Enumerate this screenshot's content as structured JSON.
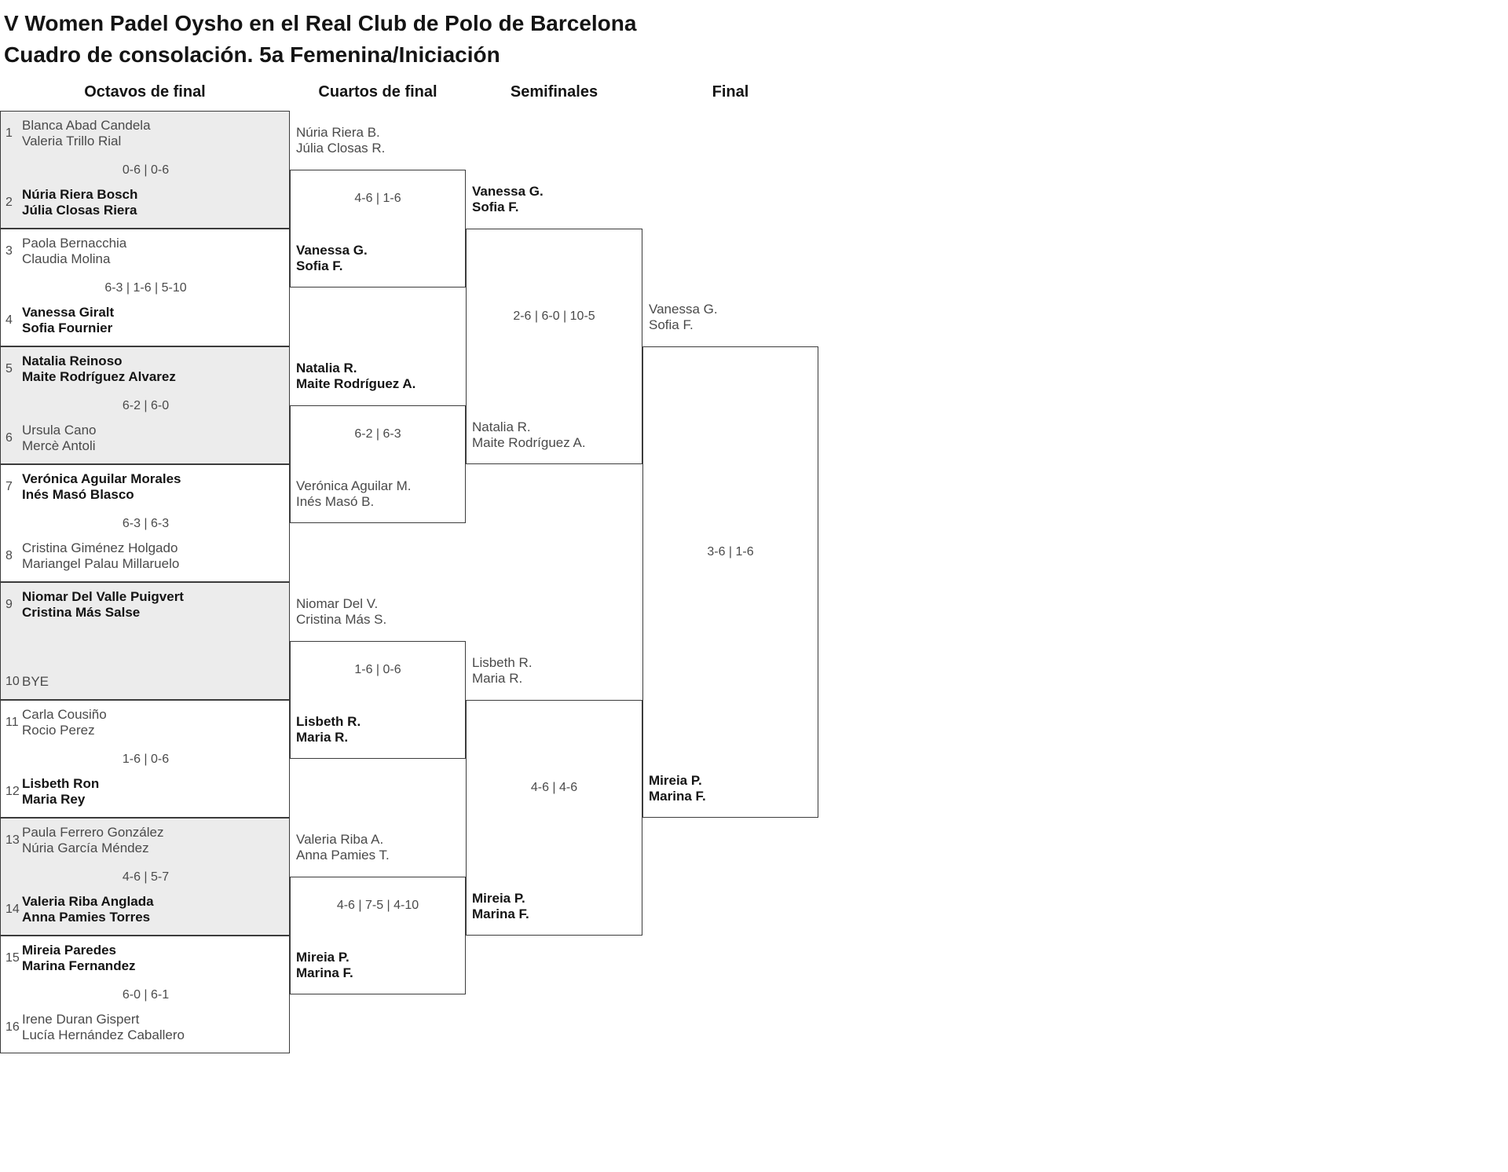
{
  "title": {
    "line1": "V Women Padel Oysho en el Real Club de Polo de Barcelona",
    "line2": "Cuadro de consolación. 5a Femenina/Iniciación"
  },
  "headers": [
    "Octavos de final",
    "Cuartos de final",
    "Semifinales",
    "Final"
  ],
  "colors": {
    "shaded_box": "#ececec",
    "border": "#3c3c3c",
    "text": "#4a4a4a",
    "winner_text": "#141414"
  },
  "round1": [
    {
      "score": "0-6 | 0-6",
      "top": {
        "seed": "1",
        "names": [
          "Blanca Abad Candela",
          "Valeria Trillo Rial"
        ],
        "winner": false
      },
      "bottom": {
        "seed": "2",
        "names": [
          "Núria Riera Bosch",
          "Júlia Closas Riera"
        ],
        "winner": true
      }
    },
    {
      "score": "6-3 | 1-6 | 5-10",
      "top": {
        "seed": "3",
        "names": [
          "Paola Bernacchia",
          "Claudia Molina"
        ],
        "winner": false
      },
      "bottom": {
        "seed": "4",
        "names": [
          "Vanessa Giralt",
          "Sofia Fournier"
        ],
        "winner": true
      }
    },
    {
      "score": "6-2 | 6-0",
      "top": {
        "seed": "5",
        "names": [
          "Natalia Reinoso",
          "Maite Rodríguez Alvarez"
        ],
        "winner": true
      },
      "bottom": {
        "seed": "6",
        "names": [
          "Ursula Cano",
          "Mercè Antoli"
        ],
        "winner": false
      }
    },
    {
      "score": "6-3 | 6-3",
      "top": {
        "seed": "7",
        "names": [
          "Verónica Aguilar Morales",
          "Inés Masó Blasco"
        ],
        "winner": true
      },
      "bottom": {
        "seed": "8",
        "names": [
          "Cristina Giménez Holgado",
          "Mariangel Palau Millaruelo"
        ],
        "winner": false
      }
    },
    {
      "score": "",
      "top": {
        "seed": "9",
        "names": [
          "Niomar Del Valle Puigvert",
          "Cristina Más Salse"
        ],
        "winner": true
      },
      "bottom": {
        "seed": "10",
        "names": [
          "BYE"
        ],
        "winner": false
      }
    },
    {
      "score": "1-6 | 0-6",
      "top": {
        "seed": "11",
        "names": [
          "Carla Cousiño",
          "Rocio Perez"
        ],
        "winner": false
      },
      "bottom": {
        "seed": "12",
        "names": [
          "Lisbeth Ron",
          "Maria Rey"
        ],
        "winner": true
      }
    },
    {
      "score": "4-6 | 5-7",
      "top": {
        "seed": "13",
        "names": [
          "Paula Ferrero González",
          "Núria García Méndez"
        ],
        "winner": false
      },
      "bottom": {
        "seed": "14",
        "names": [
          "Valeria Riba Anglada",
          "Anna Pamies Torres"
        ],
        "winner": true
      }
    },
    {
      "score": "6-0 | 6-1",
      "top": {
        "seed": "15",
        "names": [
          "Mireia Paredes",
          "Marina Fernandez"
        ],
        "winner": true
      },
      "bottom": {
        "seed": "16",
        "names": [
          "Irene Duran Gispert",
          "Lucía Hernández Caballero"
        ],
        "winner": false
      }
    }
  ],
  "quarterfinals": [
    {
      "score": "4-6 | 1-6",
      "top": {
        "names": [
          "Núria Riera B.",
          "Júlia Closas R."
        ],
        "winner": false
      },
      "bottom": {
        "names": [
          "Vanessa G.",
          "Sofia F."
        ],
        "winner": true
      }
    },
    {
      "score": "6-2 | 6-3",
      "top": {
        "names": [
          "Natalia R.",
          "Maite Rodríguez A."
        ],
        "winner": true
      },
      "bottom": {
        "names": [
          "Verónica Aguilar M.",
          "Inés Masó B."
        ],
        "winner": false
      }
    },
    {
      "score": "1-6 | 0-6",
      "top": {
        "names": [
          "Niomar Del V.",
          "Cristina Más S."
        ],
        "winner": false
      },
      "bottom": {
        "names": [
          "Lisbeth R.",
          "Maria R."
        ],
        "winner": true
      }
    },
    {
      "score": "4-6 | 7-5 | 4-10",
      "top": {
        "names": [
          "Valeria Riba A.",
          "Anna Pamies T."
        ],
        "winner": false
      },
      "bottom": {
        "names": [
          "Mireia P.",
          "Marina F."
        ],
        "winner": true
      }
    }
  ],
  "semifinals": [
    {
      "score": "2-6 | 6-0 | 10-5",
      "top": {
        "names": [
          "Vanessa G.",
          "Sofia F."
        ],
        "winner": true
      },
      "bottom": {
        "names": [
          "Natalia R.",
          "Maite Rodríguez A."
        ],
        "winner": false
      }
    },
    {
      "score": "4-6 | 4-6",
      "top": {
        "names": [
          "Lisbeth R.",
          "Maria R."
        ],
        "winner": false
      },
      "bottom": {
        "names": [
          "Mireia P.",
          "Marina F."
        ],
        "winner": true
      }
    }
  ],
  "final": [
    {
      "score": "3-6 | 1-6",
      "top": {
        "names": [
          "Vanessa G.",
          "Sofia F."
        ],
        "winner": false
      },
      "bottom": {
        "names": [
          "Mireia P.",
          "Marina F."
        ],
        "winner": true
      }
    }
  ]
}
